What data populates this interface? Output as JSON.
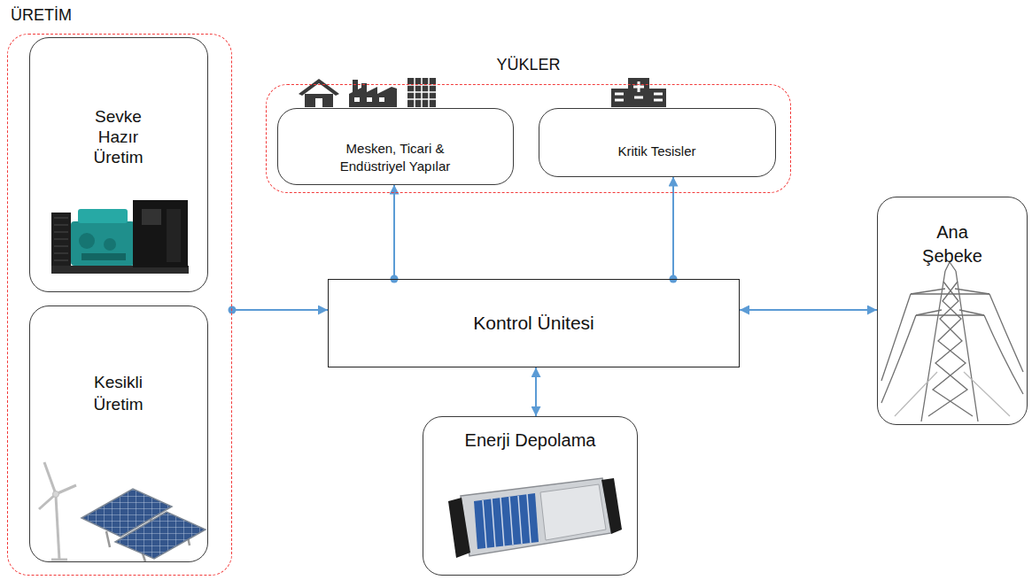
{
  "diagram": {
    "nodes": [
      {
        "text": [
          "ÜRETİM"
        ]
      },
      {
        "text": [
          "Sevke Hazır Üretim"
        ],
        "in": 0
      },
      {
        "text": [
          "Kesikli Üretim"
        ],
        "in": 0
      },
      {
        "text": [
          "YÜKLER"
        ]
      },
      {
        "text": [
          "Mesken, Ticari & Endüstriyel Yapılar"
        ],
        "in": 3
      },
      {
        "text": [
          "Kritik Tesisler"
        ],
        "in": 3
      },
      {
        "text": [
          "Kontrol Ünitesi"
        ]
      },
      {
        "text": [
          "Ana Şebeke"
        ]
      },
      {
        "text": [
          "Enerji Depolama"
        ]
      }
    ],
    "edges": [
      {
        "from": 0,
        "to": 6,
        "arrow": "to"
      },
      {
        "from": 6,
        "to": 4,
        "arrow": "to"
      },
      {
        "from": 6,
        "to": 5,
        "arrow": "to"
      },
      {
        "from": 6,
        "to": 7,
        "arrow": "both"
      },
      {
        "from": 6,
        "to": 8,
        "arrow": "both"
      }
    ]
  }
}
